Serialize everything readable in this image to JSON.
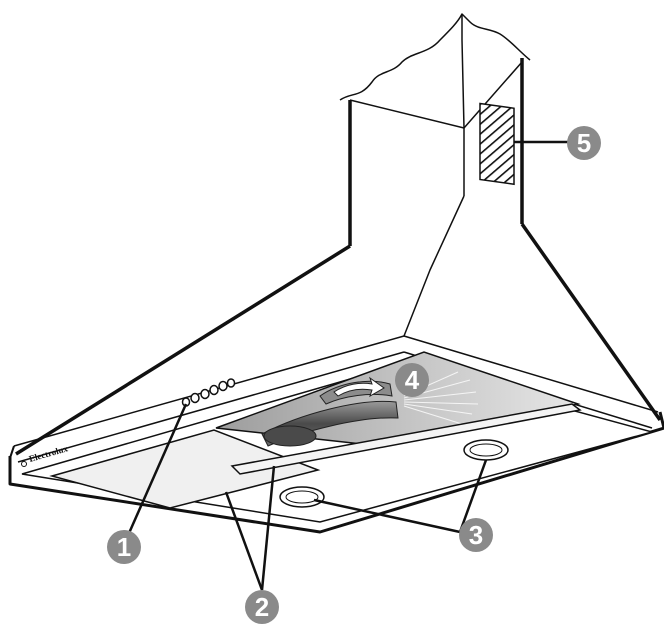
{
  "diagram": {
    "brand_label": "Electrolux",
    "callouts": [
      {
        "number": "1"
      },
      {
        "number": "2"
      },
      {
        "number": "3"
      },
      {
        "number": "4"
      },
      {
        "number": "5"
      }
    ]
  },
  "colors": {
    "line": "#111111",
    "badge": "#8a8a8a",
    "filter": "#f0f0f0",
    "cavity": "#b8b8b8",
    "fan": "#5a5a5a"
  }
}
